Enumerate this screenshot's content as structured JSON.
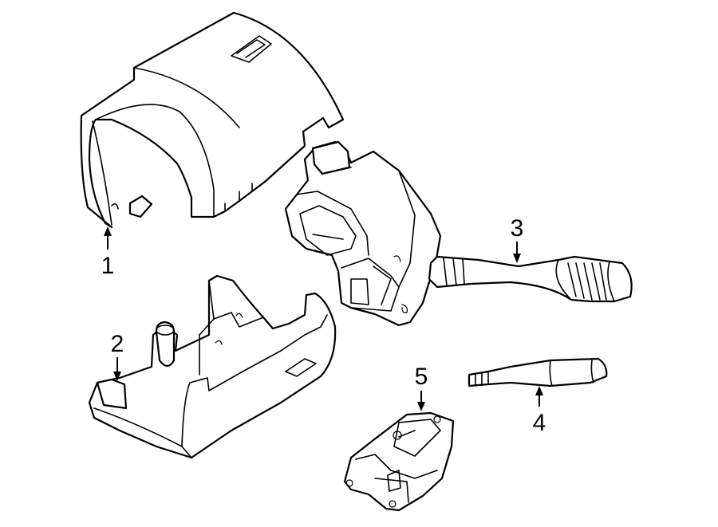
{
  "callouts": {
    "c1": "1",
    "c2": "2",
    "c3": "3",
    "c4": "4",
    "c5": "5"
  },
  "style": {
    "line_color": "#000000",
    "background": "#ffffff"
  }
}
